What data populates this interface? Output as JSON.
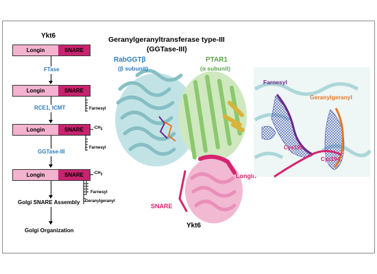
{
  "title": "Geranylgeranyltransferase type-III",
  "subtitle": "(GGTase-III)",
  "pathway": {
    "header": "Ykt6",
    "longin": "Longin",
    "snare": "SNARE",
    "steps": [
      {
        "enzyme": "FTase"
      },
      {
        "enzyme": "RCE1, ICMT"
      },
      {
        "enzyme": "GGTase-III"
      }
    ],
    "mods": {
      "ch3": "-CH",
      "ch3_sub": "3",
      "farnesyl": "Farnesyl",
      "geranylgeranyl": "Geranylgeranyl"
    },
    "outcomes": [
      "Golgi SNARE Assembly",
      "Golgi Organization"
    ]
  },
  "structure": {
    "beta_name": "RabGGTβ",
    "beta_sub": "(β subunit)",
    "alpha_name": "PTAR1",
    "alpha_sub": "(α subunit)",
    "longin_label": "Longin",
    "snare_label": "SNARE",
    "ykt6_label": "Ykt6"
  },
  "inset": {
    "farnesyl": "Farnesyl",
    "geranylgeranyl": "Geranylgeranyl",
    "cys195": "Cys195",
    "cys194": "Cys194"
  },
  "colors": {
    "longin": "#f3b3cf",
    "snare": "#c8236e",
    "enzyme_text": "#2a7dc0",
    "beta": "#9ccfd3",
    "alpha": "#a9d58f",
    "alpha_label": "#5aa447",
    "yellow": "#d8b33a",
    "farnesyl": "#6a2a8a",
    "geranylgeranyl": "#e07a2a",
    "density": "#3b4ea8"
  }
}
